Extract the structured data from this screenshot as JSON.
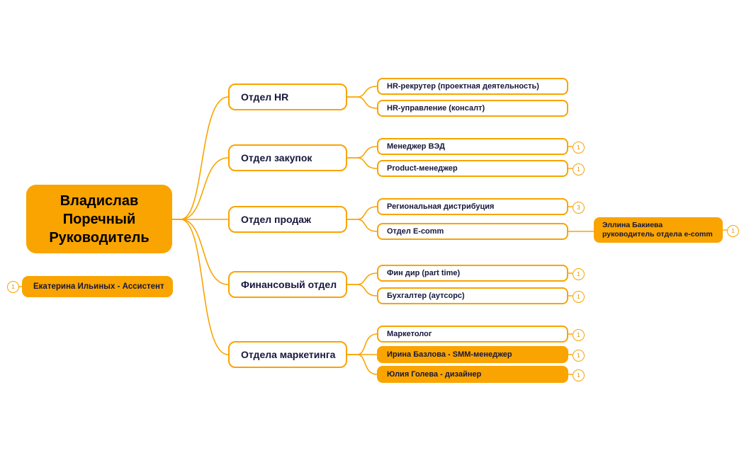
{
  "diagram": {
    "type": "mind-map",
    "accent_color": "#f9a400",
    "text_color": "#17173d",
    "background": "#ffffff"
  },
  "root": {
    "line1": "Владислав",
    "line2": "Поречный",
    "line3": "Руководитель"
  },
  "assistant": {
    "label": "Екатерина Ильиных - Ассистент",
    "badge": "1"
  },
  "departments": [
    {
      "label": "Отдел HR",
      "children": [
        {
          "label": "HR-рекрутер (проектная деятельность)",
          "badge": "",
          "filled": false
        },
        {
          "label": "HR-управление (консалт)",
          "badge": "",
          "filled": false
        }
      ]
    },
    {
      "label": "Отдел закупок",
      "children": [
        {
          "label": "Менеджер ВЭД",
          "badge": "1",
          "filled": false
        },
        {
          "label": "Product-менеджер",
          "badge": "1",
          "filled": false
        }
      ]
    },
    {
      "label": "Отдел продаж",
      "children": [
        {
          "label": "Региональная дистрибуция",
          "badge": "3",
          "filled": false
        },
        {
          "label": "Отдел E-comm",
          "badge": "",
          "filled": false
        }
      ]
    },
    {
      "label": "Финансовый отдел",
      "children": [
        {
          "label": "Фин дир (part time)",
          "badge": "1",
          "filled": false
        },
        {
          "label": "Бухгалтер (аутсорс)",
          "badge": "1",
          "filled": false
        }
      ]
    },
    {
      "label": "Отдела маркетинга",
      "children": [
        {
          "label": "Маркетолог",
          "badge": "1",
          "filled": false
        },
        {
          "label": "Ирина Базлова - SMM-менеджер",
          "badge": "1",
          "filled": true
        },
        {
          "label": "Юлия Голева - дизайнер",
          "badge": "1",
          "filled": true
        }
      ]
    }
  ],
  "ecomm_lead": {
    "line1": "Эллина Бакиева",
    "line2": "руководитель отдела e-comm",
    "badge": "1"
  }
}
